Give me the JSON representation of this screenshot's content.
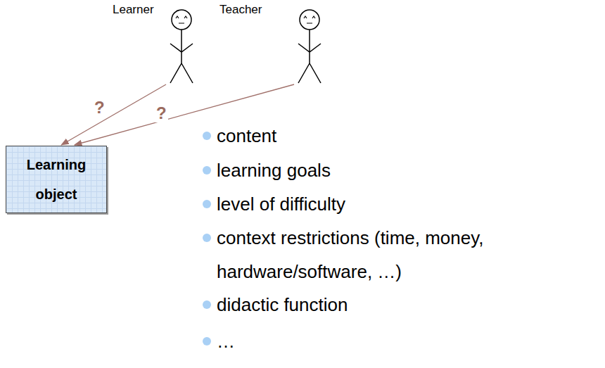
{
  "diagram": {
    "nodes": [
      {
        "text": [
          "Learner"
        ]
      },
      {
        "text": [
          "Teacher"
        ]
      },
      {
        "text": [
          "Learning object"
        ]
      }
    ],
    "edges": [
      {
        "from": 0,
        "to": 2,
        "label": "?",
        "arrow": "to"
      },
      {
        "from": 1,
        "to": 2,
        "label": "?",
        "arrow": "to"
      }
    ],
    "labels": [
      "content",
      "learning goals",
      "level of difficulty",
      "context restrictions (time, money, hardware/software, …)",
      "didactic function",
      "…"
    ]
  }
}
